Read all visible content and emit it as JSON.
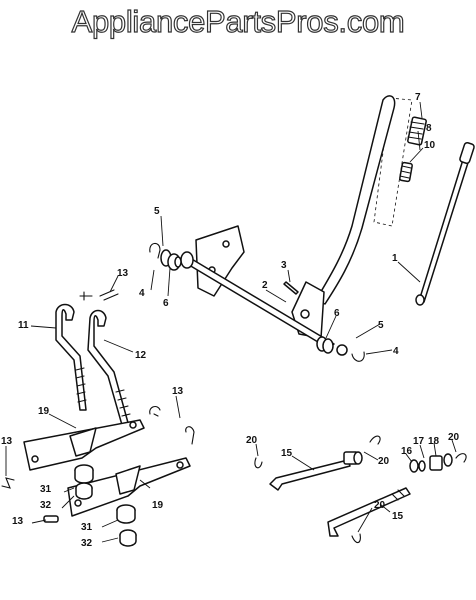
{
  "watermark": "AppliancePartsPros.com",
  "callouts": {
    "c1": "1",
    "c2": "2",
    "c3": "3",
    "c4a": "4",
    "c4b": "4",
    "c5a": "5",
    "c5b": "5",
    "c6a": "6",
    "c6b": "6",
    "c7": "7",
    "c8": "8",
    "c10": "10",
    "c11": "11",
    "c12": "12",
    "c13a": "13",
    "c13b": "13",
    "c13c": "13",
    "c13d": "13",
    "c15a": "15",
    "c15b": "15",
    "c16": "16",
    "c17": "17",
    "c18": "18",
    "c19a": "19",
    "c19b": "19",
    "c20a": "20",
    "c20b": "20",
    "c20c": "20",
    "c20d": "20",
    "c31a": "31",
    "c31b": "31",
    "c32a": "32",
    "c32b": "32"
  }
}
